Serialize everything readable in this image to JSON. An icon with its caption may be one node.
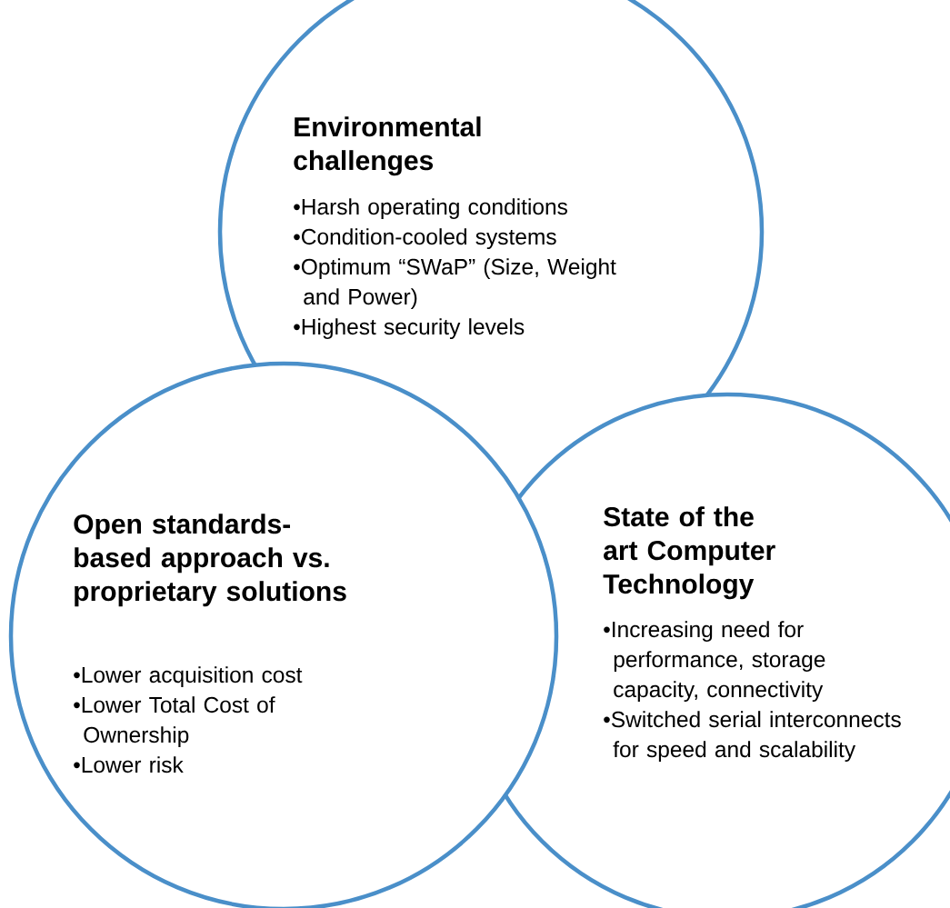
{
  "diagram": {
    "nodes": [
      {
        "text": [
          "Environmental challenges",
          "•Harsh operating conditions",
          "•Condition-cooled systems",
          "•Optimum “SWaP” (Size, Weight and Power)",
          "•Highest security levels"
        ]
      },
      {
        "text": [
          "Open standards-based approach vs. proprietary solutions",
          "•Lower acquisition cost",
          "•Lower Total Cost of Ownership",
          "•Lower risk"
        ]
      },
      {
        "text": [
          "State of the art Computer Technology",
          "•Increasing need for performance, storage capacity, connectivity",
          "•Switched serial interconnects for speed and scalability"
        ]
      }
    ],
    "edges": []
  }
}
